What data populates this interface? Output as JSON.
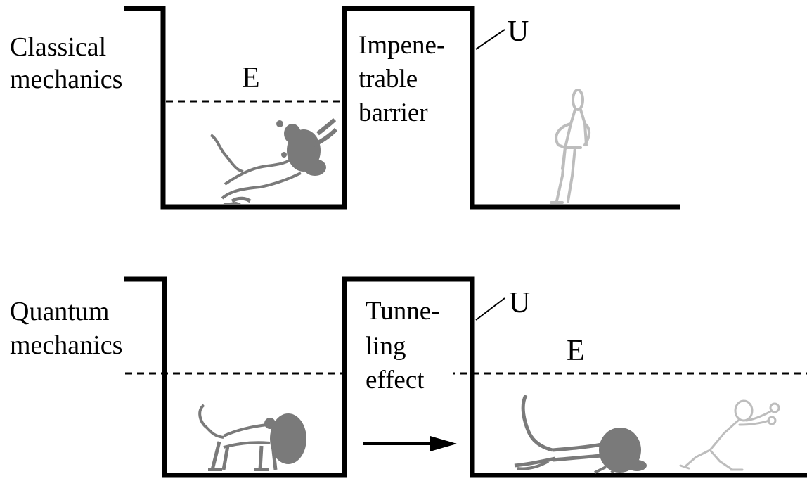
{
  "classical": {
    "title_line1": "Classical",
    "title_line2": "mechanics",
    "energy_label": "E",
    "potential_label": "U",
    "barrier_line1": "Impene-",
    "barrier_line2": "trable",
    "barrier_line3": "barrier"
  },
  "quantum": {
    "title_line1": "Quantum",
    "title_line2": "mechanics",
    "energy_label": "E",
    "potential_label": "U",
    "barrier_line1": "Tunne-",
    "barrier_line2": "ling",
    "barrier_line3": "effect"
  },
  "colors": {
    "line": "#000000",
    "lion": "#7a7a7a",
    "person": "#bdbdbd"
  }
}
